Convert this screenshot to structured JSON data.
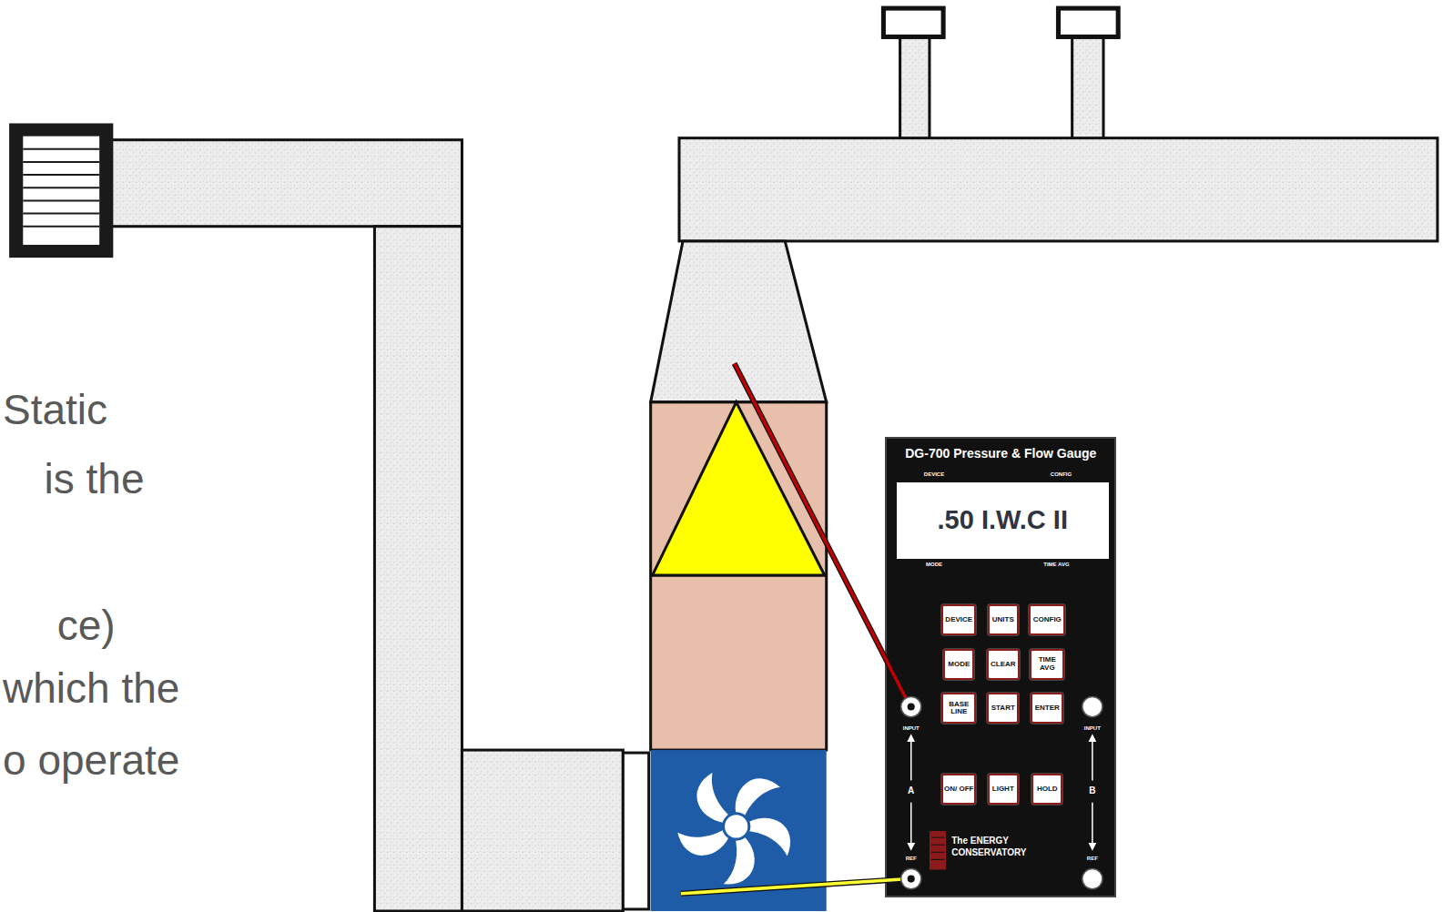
{
  "diagram": {
    "nodes": [
      {
        "text": [
          "DG-700 Pressure & Flow Gauge"
        ]
      },
      {
        "text": [
          ".50 I.W.C II"
        ],
        "in": 0
      },
      {
        "text": [
          "DEVICE"
        ],
        "in": 0
      },
      {
        "text": [
          "UNITS"
        ],
        "in": 0
      },
      {
        "text": [
          "CONFIG"
        ],
        "in": 0
      },
      {
        "text": [
          "MODE"
        ],
        "in": 0
      },
      {
        "text": [
          "CLEAR"
        ],
        "in": 0
      },
      {
        "text": [
          "TIME AVG"
        ],
        "in": 0
      },
      {
        "text": [
          "BASE LINE"
        ],
        "in": 0
      },
      {
        "text": [
          "START"
        ],
        "in": 0
      },
      {
        "text": [
          "ENTER"
        ],
        "in": 0
      },
      {
        "text": [
          "ON/ OFF"
        ],
        "in": 0
      },
      {
        "text": [
          "LIGHT"
        ],
        "in": 0
      },
      {
        "text": [
          "HOLD"
        ],
        "in": 0
      }
    ],
    "labels": [
      "Static",
      "is the",
      "ce)",
      "which the",
      "o operate",
      "DEVICE",
      "CONFIG",
      "MODE",
      "TIME AVG",
      "INPUT",
      "A",
      "REF",
      "INPUT",
      "B",
      "REF",
      "The ENERGY CONSERVATORY"
    ]
  }
}
